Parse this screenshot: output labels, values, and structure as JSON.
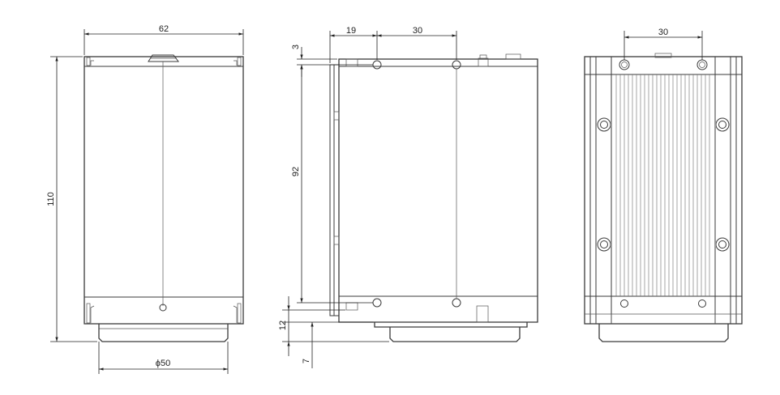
{
  "views": {
    "front": {
      "dim_width": "62",
      "dim_height": "110",
      "dim_diameter": "ϕ50"
    },
    "side": {
      "dim_offset": "19",
      "dim_hole_spacing": "30",
      "dim_top_offset": "3",
      "dim_hole_pitch": "92",
      "dim_lens_length": "12",
      "dim_flange": "7"
    },
    "back": {
      "dim_hole_spacing": "30"
    }
  },
  "colors": {
    "line": "#3a3a3a",
    "background": "#ffffff"
  }
}
